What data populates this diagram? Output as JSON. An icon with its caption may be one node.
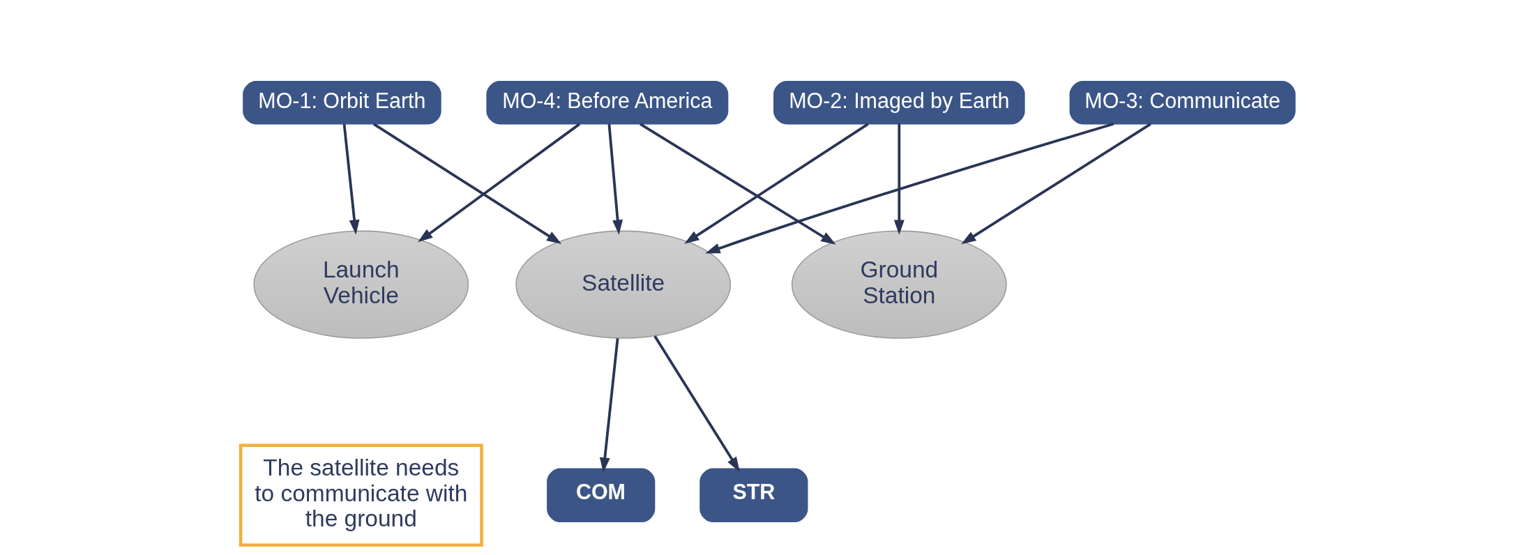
{
  "diagram": {
    "nodes": [
      {
        "text": [
          "MO-1: Orbit Earth"
        ]
      },
      {
        "text": [
          "MO-2: Imaged by Earth"
        ]
      },
      {
        "text": [
          "MO-3: Communicate"
        ]
      },
      {
        "text": [
          "MO-4: Before America"
        ]
      },
      {
        "text": [
          "Launch Vehicle"
        ]
      },
      {
        "text": [
          "Satellite"
        ]
      },
      {
        "text": [
          "Ground Station"
        ]
      },
      {
        "text": [
          "STR"
        ]
      },
      {
        "text": [
          "COM"
        ]
      },
      {
        "text": [
          "The satellite needs to communicate with the ground"
        ]
      }
    ],
    "edges": [
      {
        "from": 0,
        "to": 4,
        "arrow": "to"
      },
      {
        "from": 0,
        "to": 5,
        "arrow": "to"
      },
      {
        "from": 1,
        "to": 5,
        "arrow": "to"
      },
      {
        "from": 1,
        "to": 6,
        "arrow": "to"
      },
      {
        "from": 2,
        "to": 5,
        "arrow": "to"
      },
      {
        "from": 2,
        "to": 6,
        "arrow": "to"
      },
      {
        "from": 3,
        "to": 4,
        "arrow": "to"
      },
      {
        "from": 3,
        "to": 5,
        "arrow": "to"
      },
      {
        "from": 3,
        "to": 6,
        "arrow": "to"
      },
      {
        "from": 5,
        "to": 7,
        "arrow": "to"
      },
      {
        "from": 5,
        "to": 8,
        "arrow": "to"
      }
    ]
  }
}
